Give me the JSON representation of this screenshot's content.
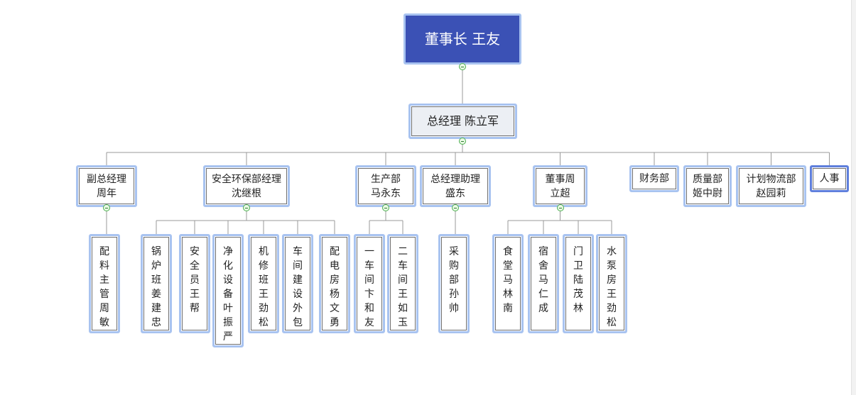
{
  "chart": {
    "root": {
      "label": "董事长  王友"
    },
    "gm": {
      "label": "总经理  陈立军"
    },
    "departments": [
      {
        "label": "副总经理\n周年",
        "children": [
          "配料主管周敏"
        ]
      },
      {
        "label": "安全环保部经理\n沈继根",
        "children": [
          "锅炉班姜建忠",
          "安全员王帮",
          "净化设备叶振严",
          "机修班王劲松",
          "车间建设外包",
          "配电房杨文勇"
        ]
      },
      {
        "label": "生产部\n马永东",
        "children": [
          "一车间卞和友",
          "二车间王如玉"
        ]
      },
      {
        "label": "总经理助理\n盛东",
        "children": [
          "采购部孙帅"
        ]
      },
      {
        "label": "董事周\n立超",
        "children": [
          "食堂马林南",
          "宿舍马仁成",
          "门卫陆茂林",
          "水泵房王劲松"
        ]
      },
      {
        "label": "财务部",
        "children": []
      },
      {
        "label": "质量部\n姬中尉",
        "children": []
      },
      {
        "label": "计划物流部\n赵园莉",
        "children": []
      },
      {
        "label": "人事",
        "children": []
      }
    ]
  },
  "colors": {
    "root_fill": "#3b51b5",
    "node_border": "#a8c3f0",
    "selected_border": "#5f7fdc",
    "connector": "#999999",
    "collapse_button": "#4caf50"
  },
  "icons": {
    "collapse": "minus-circle-icon"
  }
}
